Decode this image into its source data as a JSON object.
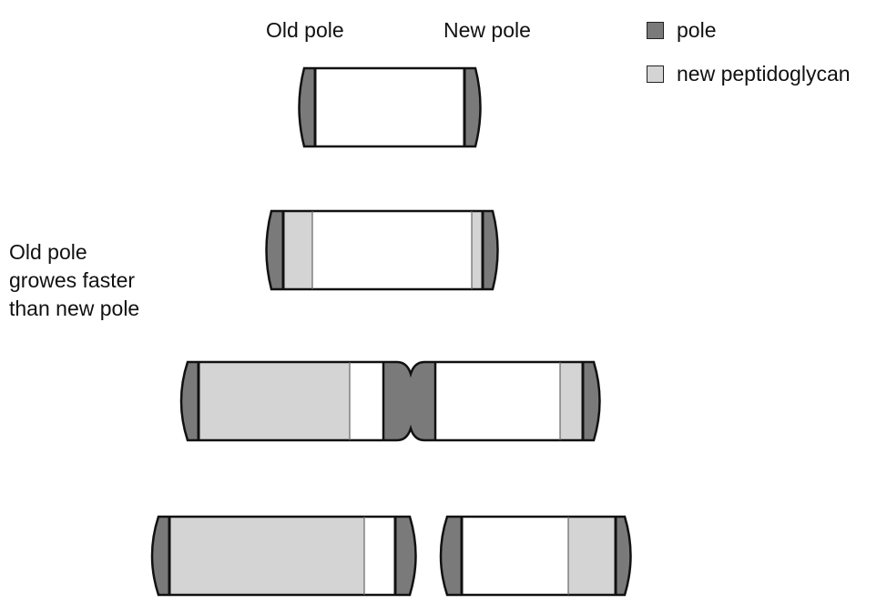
{
  "labels": {
    "old_pole": "Old pole",
    "new_pole": "New pole"
  },
  "legend": {
    "pole": "pole",
    "new_peptidoglycan": "new peptidoglycan"
  },
  "annotation": {
    "line1": "Old pole",
    "line2": "growes faster",
    "line3": "than new pole"
  },
  "colors": {
    "pole": "#7a7a7a",
    "new_peptidoglycan": "#d4d4d4",
    "wall": "#ffffff",
    "outline": "#111111"
  }
}
